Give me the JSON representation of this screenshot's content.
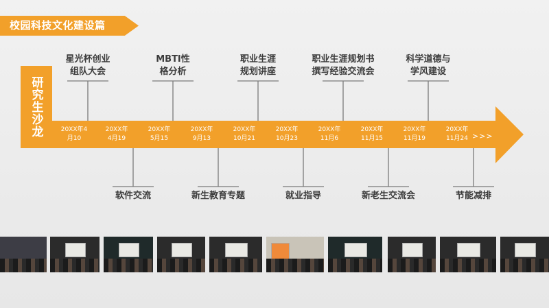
{
  "banner": {
    "title": "校园科技文化建设篇"
  },
  "side_tab": {
    "label": "研究生沙龙"
  },
  "timeline": {
    "accent": "#f2a02a",
    "more_label": ">>>",
    "milestones": [
      {
        "date1": "20XX年4",
        "date2": "月10",
        "event": [
          "星光杯创业",
          "组队大会"
        ],
        "position": "above"
      },
      {
        "date1": "20XX年",
        "date2": "4月19",
        "event": [
          "软件交流"
        ],
        "position": "below"
      },
      {
        "date1": "20XX年",
        "date2": "5月15",
        "event": [
          "MBTI性",
          "格分析"
        ],
        "position": "above"
      },
      {
        "date1": "20XX年",
        "date2": "9月13",
        "event": [
          "新生教育专题"
        ],
        "position": "below"
      },
      {
        "date1": "20XX年",
        "date2": "10月21",
        "event": [
          "职业生涯",
          "规划讲座"
        ],
        "position": "above"
      },
      {
        "date1": "20XX年",
        "date2": "10月23",
        "event": [
          "就业指导"
        ],
        "position": "below"
      },
      {
        "date1": "20XX年",
        "date2": "11月6",
        "event": [
          "职业生涯规划书",
          "撰写经验交流会"
        ],
        "position": "above"
      },
      {
        "date1": "20XX年",
        "date2": "11月15",
        "event": [
          "新老生交流会"
        ],
        "position": "below"
      },
      {
        "date1": "20XX年",
        "date2": "11月19",
        "event": [
          "科学道德与",
          "学风建设"
        ],
        "position": "above"
      },
      {
        "date1": "20XX年",
        "date2": "11月24",
        "event": [
          "节能减排"
        ],
        "position": "below"
      }
    ]
  },
  "photos": {
    "count": 10
  }
}
